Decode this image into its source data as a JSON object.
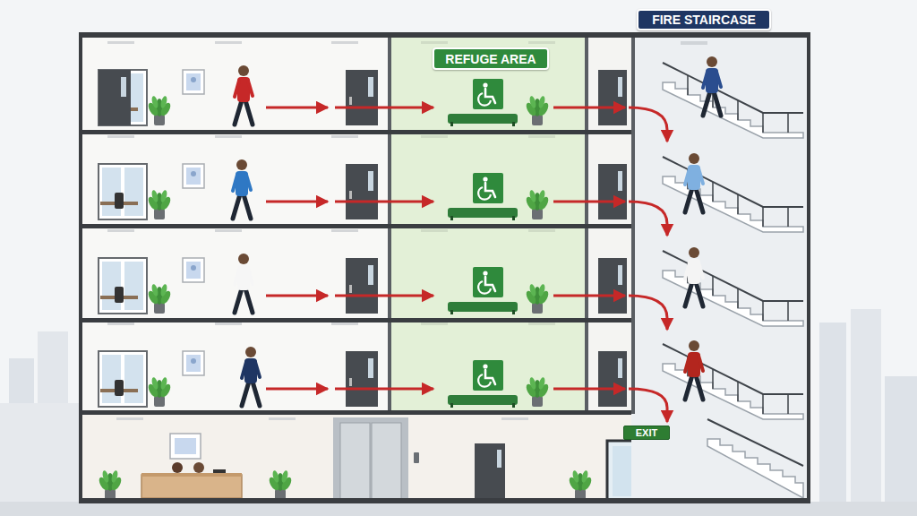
{
  "diagram": {
    "nodes": [
      {
        "text": [
          "FIRE STAIRCASE"
        ]
      },
      {
        "text": [
          "REFUGE AREA"
        ]
      },
      {
        "text": [
          "EXIT"
        ]
      }
    ]
  }
}
